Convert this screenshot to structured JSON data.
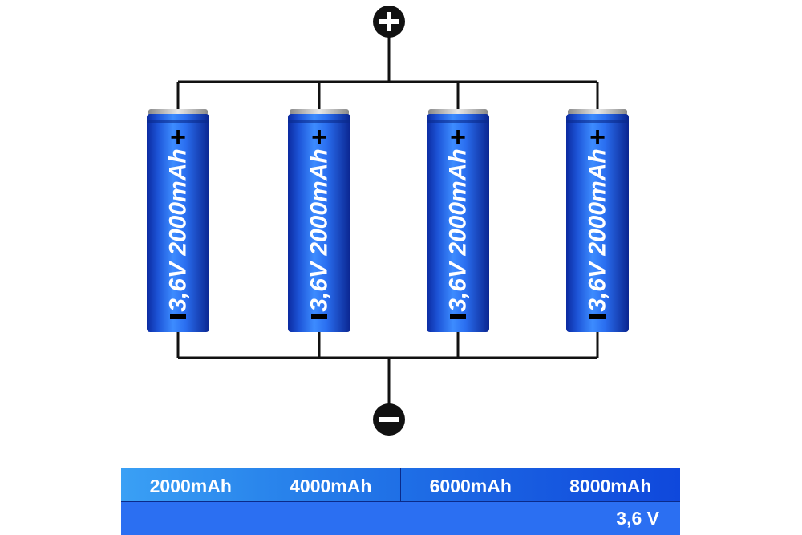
{
  "battery_label": "3,6V 2000mAh",
  "terminal_plus": "+",
  "terminal_minus": "−",
  "batteries": [
    {
      "label": "3,6V 2000mAh"
    },
    {
      "label": "3,6V 2000mAh"
    },
    {
      "label": "3,6V 2000mAh"
    },
    {
      "label": "3,6V 2000mAh"
    }
  ],
  "capacity_row": [
    "2000mAh",
    "4000mAh",
    "6000mAh",
    "8000mAh"
  ],
  "voltage": "3,6 V",
  "colors": {
    "battery_dark": "#0a2a9a",
    "battery_mid": "#1f5fe0",
    "battery_light": "#3b8cff",
    "wire": "#111111"
  }
}
